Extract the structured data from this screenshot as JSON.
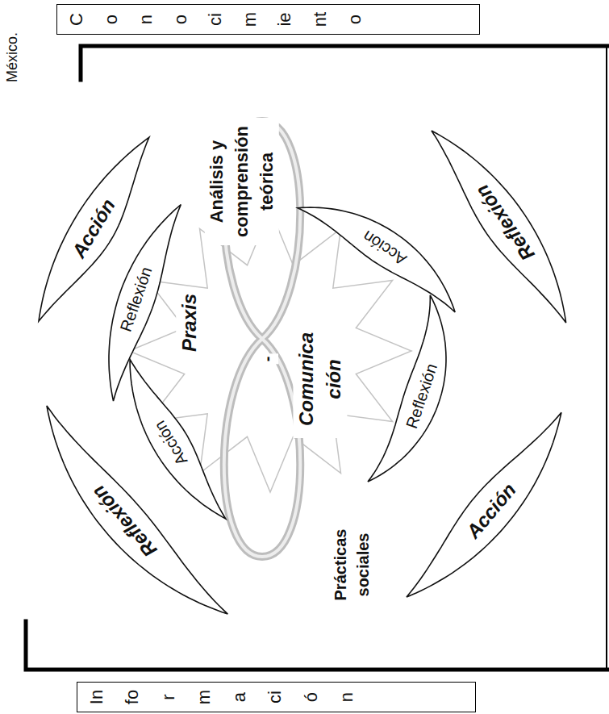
{
  "diagram": {
    "nodes": [
      {
        "text": [
          "Conocimiento"
        ]
      },
      {
        "text": [
          "Acción"
        ]
      },
      {
        "text": [
          "Reflexión"
        ]
      },
      {
        "text": [
          "Reflexión"
        ]
      },
      {
        "text": [
          "Acción"
        ]
      },
      {
        "text": [
          "Acción"
        ]
      },
      {
        "text": [
          "Reflexión"
        ]
      },
      {
        "text": [
          "Reflexión"
        ]
      },
      {
        "text": [
          "Acción"
        ]
      },
      {
        "text": [
          "Información"
        ]
      }
    ],
    "labels": [
      "Análisis y comprensión teórica",
      "Praxis",
      "-",
      "Comunica ción",
      "Prácticas sociales",
      "México."
    ]
  }
}
